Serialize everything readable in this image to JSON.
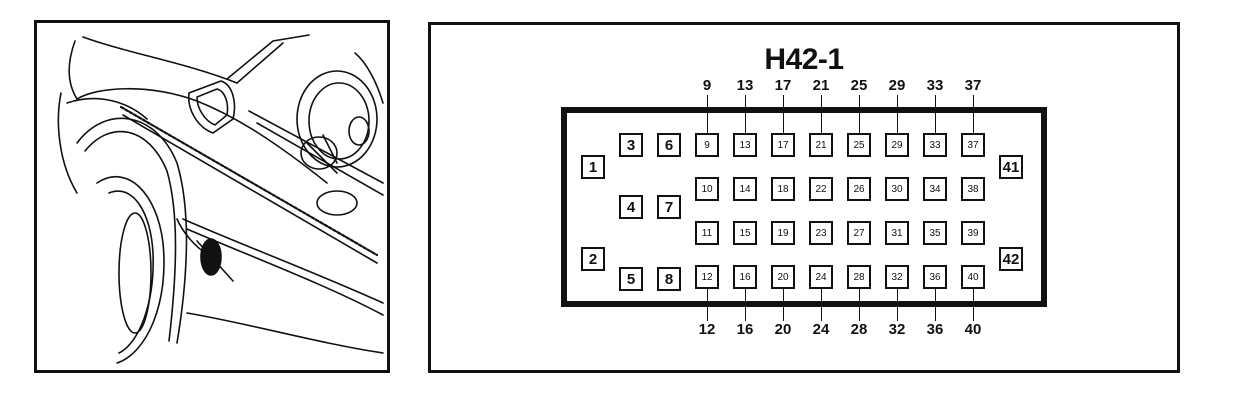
{
  "diagram": {
    "connector_id": "H42-1",
    "pins": [
      {
        "label": "1",
        "col": 0,
        "row": 1
      },
      {
        "label": "2",
        "col": 0,
        "row": 3
      },
      {
        "label": "3",
        "col": 1,
        "row": 0
      },
      {
        "label": "4",
        "col": 1,
        "row": 2
      },
      {
        "label": "5",
        "col": 1,
        "row": 4
      },
      {
        "label": "6",
        "col": 2,
        "row": 0
      },
      {
        "label": "7",
        "col": 2,
        "row": 2
      },
      {
        "label": "8",
        "col": 2,
        "row": 4
      },
      {
        "label": "9",
        "col": 3,
        "row": 0
      },
      {
        "label": "10",
        "col": 3,
        "row": "r1"
      },
      {
        "label": "11",
        "col": 3,
        "row": "r2"
      },
      {
        "label": "12",
        "col": 3,
        "row": "r3"
      },
      {
        "label": "13",
        "col": 4,
        "row": 0
      },
      {
        "label": "14",
        "col": 4,
        "row": "r1"
      },
      {
        "label": "15",
        "col": 4,
        "row": "r2"
      },
      {
        "label": "16",
        "col": 4,
        "row": "r3"
      },
      {
        "label": "17",
        "col": 5,
        "row": 0
      },
      {
        "label": "18",
        "col": 5,
        "row": "r1"
      },
      {
        "label": "19",
        "col": 5,
        "row": "r2"
      },
      {
        "label": "20",
        "col": 5,
        "row": "r3"
      },
      {
        "label": "21",
        "col": 6,
        "row": 0
      },
      {
        "label": "22",
        "col": 6,
        "row": "r1"
      },
      {
        "label": "23",
        "col": 6,
        "row": "r2"
      },
      {
        "label": "24",
        "col": 6,
        "row": "r3"
      },
      {
        "label": "25",
        "col": 7,
        "row": 0
      },
      {
        "label": "26",
        "col": 7,
        "row": "r1"
      },
      {
        "label": "27",
        "col": 7,
        "row": "r2"
      },
      {
        "label": "28",
        "col": 7,
        "row": "r3"
      },
      {
        "label": "29",
        "col": 8,
        "row": 0
      },
      {
        "label": "30",
        "col": 8,
        "row": "r1"
      },
      {
        "label": "31",
        "col": 8,
        "row": "r2"
      },
      {
        "label": "32",
        "col": 8,
        "row": "r3"
      },
      {
        "label": "33",
        "col": 9,
        "row": 0
      },
      {
        "label": "34",
        "col": 9,
        "row": "r1"
      },
      {
        "label": "35",
        "col": 9,
        "row": "r2"
      },
      {
        "label": "36",
        "col": 9,
        "row": "r3"
      },
      {
        "label": "37",
        "col": 10,
        "row": 0
      },
      {
        "label": "38",
        "col": 10,
        "row": "r1"
      },
      {
        "label": "39",
        "col": 10,
        "row": "r2"
      },
      {
        "label": "40",
        "col": 10,
        "row": "r3"
      },
      {
        "label": "41",
        "col": 11,
        "row": 1
      },
      {
        "label": "42",
        "col": 11,
        "row": 3
      }
    ],
    "top_callouts": [
      "9",
      "13",
      "17",
      "21",
      "25",
      "29",
      "33",
      "37"
    ],
    "bottom_callouts": [
      "12",
      "16",
      "20",
      "24",
      "28",
      "32",
      "36",
      "40"
    ]
  }
}
